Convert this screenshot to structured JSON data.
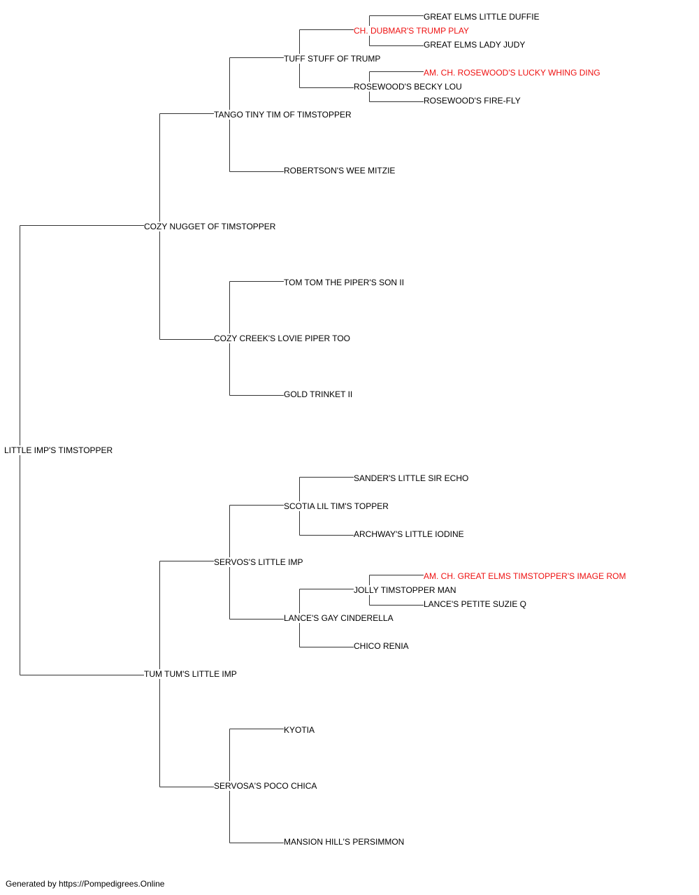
{
  "colors": {
    "champion": "#ee1111",
    "normal": "#000000",
    "line": "#333333"
  },
  "pedigree": {
    "dog": "LITTLE IMP'S TIMSTOPPER",
    "sire": "COZY NUGGET OF TIMSTOPPER",
    "dam": "TUM TUM'S LITTLE IMP",
    "sire_sire": "TANGO TINY TIM OF TIMSTOPPER",
    "sire_dam": "COZY CREEK'S LOVIE PIPER TOO",
    "dam_sire": "SERVOS'S LITTLE IMP",
    "dam_dam": "SERVOSA'S POCO CHICA",
    "sire_sire_sire": "TUFF STUFF OF TRUMP",
    "sire_sire_dam": "ROBERTSON'S WEE MITZIE",
    "sire_dam_sire": "TOM TOM THE PIPER'S SON II",
    "sire_dam_dam": "GOLD TRINKET II",
    "dam_sire_sire": "SCOTIA LIL TIM'S TOPPER",
    "dam_sire_dam": "LANCE'S GAY CINDERELLA",
    "dam_dam_sire": "KYOTIA",
    "dam_dam_dam": "MANSION HILL'S PERSIMMON",
    "sire_sire_sire_sire": "CH. DUBMAR'S TRUMP PLAY",
    "sire_sire_sire_dam": "ROSEWOOD'S BECKY LOU",
    "dam_sire_sire_sire": "SANDER'S LITTLE SIR ECHO",
    "dam_sire_sire_dam": "ARCHWAY'S LITTLE IODINE",
    "dam_sire_dam_sire": "JOLLY TIMSTOPPER MAN",
    "dam_sire_dam_dam": "CHICO RENIA",
    "g5_1": "GREAT ELMS LITTLE DUFFIE",
    "g5_2": "GREAT ELMS LADY JUDY",
    "g5_3": "AM. CH. ROSEWOOD'S LUCKY WHING DING",
    "g5_4": "ROSEWOOD'S FIRE-FLY",
    "g5_5": "AM. CH. GREAT ELMS TIMSTOPPER'S IMAGE ROM",
    "g5_6": "LANCE'S PETITE SUZIE Q"
  },
  "footer": "Generated by https://Pompedigrees.Online"
}
